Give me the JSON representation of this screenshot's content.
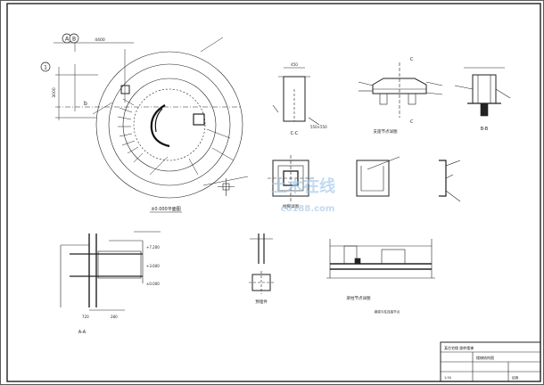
{
  "plan": {
    "axis_a": "A",
    "axis_b": "B",
    "axis_num": "1",
    "title": "±0.000平面图",
    "dim_top": "4400",
    "dim_left": "3000",
    "section_mark": "b"
  },
  "sections": {
    "c_c": "C-C",
    "b_b": "B-B",
    "a_a": "A-A",
    "dim_550": "550×550",
    "dim_720": "720",
    "dim_280": "280",
    "anchor_label": "柱脚",
    "top_dim": "450"
  },
  "details": {
    "column_detail": "柱脚详图",
    "embed_detail": "预埋件",
    "beam_detail": "梁柱节点详图",
    "support_detail": "支座节点详图",
    "support_note": "钢梁与柱连接节点",
    "marker_c": "C"
  },
  "levels": {
    "l1": "+7.200",
    "l2": "+3.600",
    "l3": "±0.000"
  },
  "title_block": {
    "project": "某住宅楼 旋转楼梯",
    "drawing": "楼梯结构图",
    "scale": "1:50",
    "sheet": "结施"
  },
  "watermark": {
    "line1": "土木在线",
    "line2": "co188.com"
  }
}
